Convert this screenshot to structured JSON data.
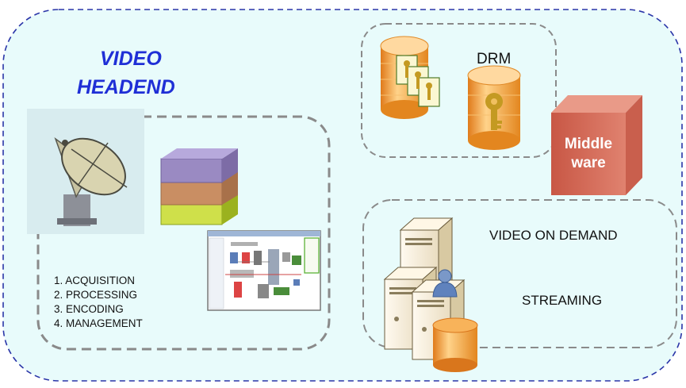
{
  "title": {
    "line1": "VIDEO",
    "line2": "HEADEND"
  },
  "steps": [
    "1. ACQUISITION",
    "2. PROCESSING",
    "3. ENCODING",
    "4. MANAGEMENT"
  ],
  "drm": {
    "label": "DRM"
  },
  "middleware": {
    "line1": "Middle",
    "line2": "ware"
  },
  "services": {
    "vod": "VIDEO ON DEMAND",
    "streaming": "STREAMING"
  },
  "icons": [
    "satellite-dish-icon",
    "layer-stack-icon",
    "software-screenshot-icon",
    "license-database-icon",
    "drm-key-database-icon",
    "middleware-box-icon",
    "server-stack-icon",
    "user-icon",
    "database-icon"
  ],
  "colors": {
    "background": "#e8fbfb",
    "outline": "#2a35a8",
    "dash": "#888888",
    "title": "#1f2fd6",
    "middleware": "#d9705c",
    "database": "#f5a54a"
  }
}
